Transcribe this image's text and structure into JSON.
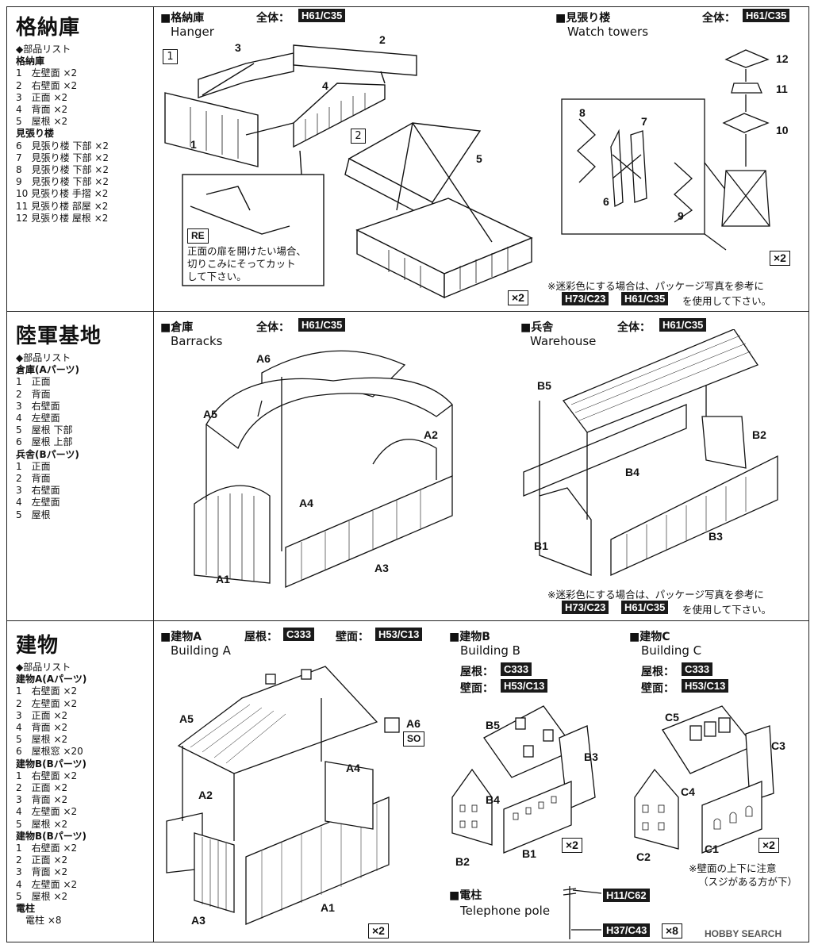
{
  "sections": {
    "hangar": {
      "title": "格納庫",
      "parts_header": "◆部品リスト",
      "groups": [
        {
          "name": "格納庫",
          "items": [
            "1　左壁面 ×2",
            "2　右壁面 ×2",
            "3　正面 ×2",
            "4　背面 ×2",
            "5　屋根 ×2"
          ]
        },
        {
          "name": "見張り楼",
          "items": [
            "6　見張り楼 下部 ×2",
            "7　見張り楼 下部 ×2",
            "8　見張り楼 下部 ×2",
            "9　見張り楼 下部 ×2",
            "10 見張り楼 手摺 ×2",
            "11 見張り楼 部屋 ×2",
            "12 見張り楼 屋根 ×2"
          ]
        }
      ]
    },
    "army_base": {
      "title": "陸軍基地",
      "parts_header": "◆部品リスト",
      "groups": [
        {
          "name": "倉庫(Aパーツ)",
          "items": [
            "1　正面",
            "2　背面",
            "3　右壁面",
            "4　左壁面",
            "5　屋根 下部",
            "6　屋根 上部"
          ]
        },
        {
          "name": "兵舎(Bパーツ)",
          "items": [
            "1　正面",
            "2　背面",
            "3　右壁面",
            "4　左壁面",
            "5　屋根"
          ]
        }
      ]
    },
    "buildings": {
      "title": "建物",
      "parts_header": "◆部品リスト",
      "groups": [
        {
          "name": "建物A(Aパーツ)",
          "items": [
            "1　右壁面 ×2",
            "2　左壁面 ×2",
            "3　正面 ×2",
            "4　背面 ×2",
            "5　屋根 ×2",
            "6　屋根窓 ×20"
          ]
        },
        {
          "name": "建物B(Bパーツ)",
          "items": [
            "1　右壁面 ×2",
            "2　正面 ×2",
            "3　背面 ×2",
            "4　左壁面 ×2",
            "5　屋根 ×2"
          ]
        },
        {
          "name": "建物B(Bパーツ)",
          "items": [
            "1　右壁面 ×2",
            "2　正面 ×2",
            "3　背面 ×2",
            "4　左壁面 ×2",
            "5　屋根 ×2"
          ]
        },
        {
          "name": "電柱",
          "items": [
            "　電柱 ×8"
          ]
        }
      ]
    }
  },
  "models": {
    "hangar": {
      "head": "■格納庫",
      "sub": "Hanger",
      "whole_label": "全体：",
      "code": "H61/C35",
      "step1": "1",
      "step2": "2",
      "qty": "×2",
      "re_badge": "RE",
      "re_note": [
        "正面の扉を開けたい場合、",
        "切りこみにそってカット",
        "して下さい。"
      ],
      "parts": [
        "1",
        "2",
        "3",
        "4",
        "5"
      ]
    },
    "watch": {
      "head": "■見張り楼",
      "sub": "Watch towers",
      "whole_label": "全体：",
      "code": "H61/C35",
      "qty": "×2",
      "parts": [
        "6",
        "7",
        "8",
        "9",
        "10",
        "11",
        "12"
      ],
      "note1": "※迷彩色にする場合は、パッケージ写真を参考に",
      "code_a": "H73/C23",
      "code_b": "H61/C35",
      "note2": "を使用して下さい。"
    },
    "barracks": {
      "head": "■倉庫",
      "sub": "Barracks",
      "whole_label": "全体：",
      "code": "H61/C35",
      "parts": [
        "A1",
        "A2",
        "A3",
        "A4",
        "A5",
        "A6"
      ]
    },
    "warehouse": {
      "head": "■兵舎",
      "sub": "Warehouse",
      "whole_label": "全体：",
      "code": "H61/C35",
      "parts": [
        "B1",
        "B2",
        "B3",
        "B4",
        "B5"
      ],
      "note1": "※迷彩色にする場合は、パッケージ写真を参考に",
      "code_a": "H73/C23",
      "code_b": "H61/C35",
      "note2": "を使用して下さい。"
    },
    "building_a": {
      "head": "■建物A",
      "sub": "Building A",
      "roof_label": "屋根：",
      "roof_code": "C333",
      "wall_label": "壁面：",
      "wall_code": "H53/C13",
      "qty": "×2",
      "so_badge": "SO",
      "parts": [
        "A1",
        "A2",
        "A3",
        "A4",
        "A5",
        "A6"
      ]
    },
    "building_b": {
      "head": "■建物B",
      "sub": "Building B",
      "roof_label": "屋根：",
      "roof_code": "C333",
      "wall_label": "壁面：",
      "wall_code": "H53/C13",
      "qty": "×2",
      "parts": [
        "B1",
        "B2",
        "B3",
        "B4",
        "B5"
      ]
    },
    "building_c": {
      "head": "■建物C",
      "sub": "Building C",
      "roof_label": "屋根：",
      "roof_code": "C333",
      "wall_label": "壁面：",
      "wall_code": "H53/C13",
      "qty": "×2",
      "parts": [
        "C1",
        "C2",
        "C3",
        "C4",
        "C5"
      ],
      "note1": "※壁面の上下に注意",
      "note2": "（スジがある方が下）"
    },
    "pole": {
      "head": "■電柱",
      "sub": "Telephone pole",
      "code_top": "H11/C62",
      "code_bottom": "H37/C43",
      "qty": "×8"
    }
  },
  "watermark": "HOBBY SEARCH",
  "colors": {
    "ink": "#111111",
    "code_bg": "#1a1a1a",
    "code_fg": "#ffffff"
  }
}
